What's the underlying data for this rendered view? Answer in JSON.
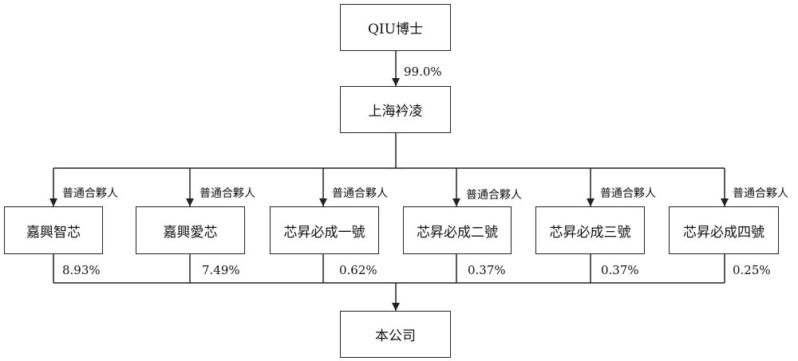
{
  "top": {
    "name": "QIU博士",
    "percent": "99.0%"
  },
  "middle": {
    "name": "上海衿凌"
  },
  "partners": [
    {
      "name": "嘉興智芯",
      "role": "普通合夥人",
      "percent": "8.93%"
    },
    {
      "name": "嘉興愛芯",
      "role": "普通合夥人",
      "percent": "7.49%"
    },
    {
      "name": "芯昇必成一號",
      "role": "普通合夥人",
      "percent": "0.62%"
    },
    {
      "name": "芯昇必成二號",
      "role": "普通合夥人",
      "percent": "0.37%"
    },
    {
      "name": "芯昇必成三號",
      "role": "普通合夥人",
      "percent": "0.37%"
    },
    {
      "name": "芯昇必成四號",
      "role": "普通合夥人",
      "percent": "0.25%"
    }
  ],
  "bottom": {
    "name": "本公司"
  }
}
